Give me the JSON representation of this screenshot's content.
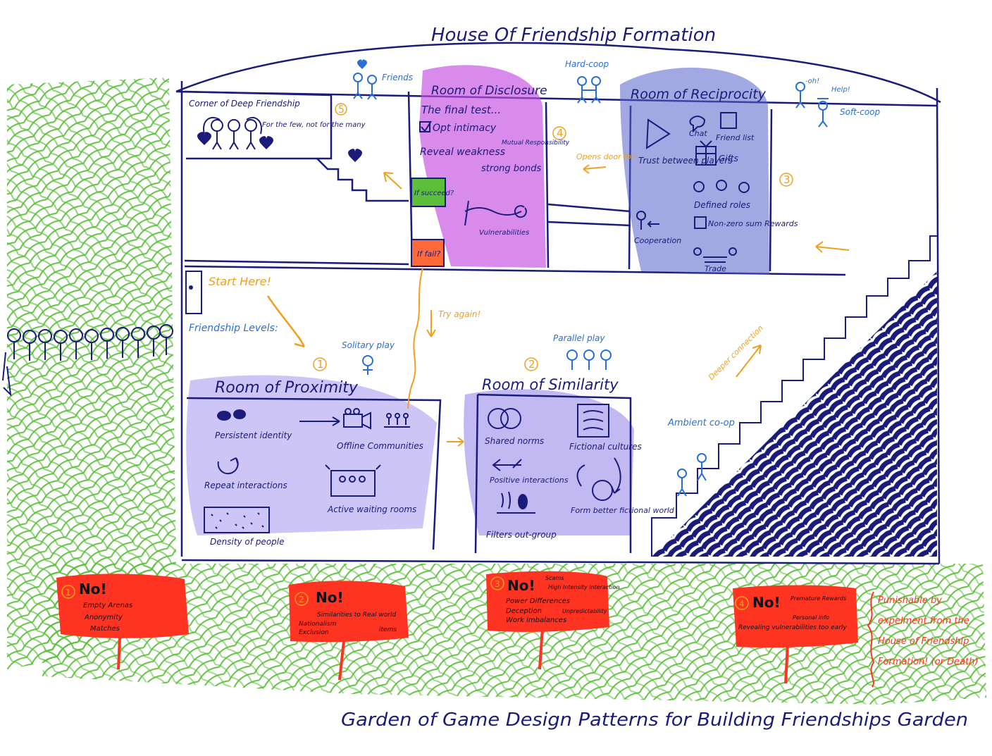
{
  "title": "House Of Friendship Formation",
  "garden_title": "Garden of Game Design Patterns for Building Friendships Garden",
  "colors": {
    "ink": "#1b1b7a",
    "blue": "#2a6fd6",
    "orange": "#f0a020",
    "red": "#ff3322",
    "grass": "#5bbf3a",
    "purple": "#8f7ee8",
    "magenta": "#c44de0",
    "slate": "#8892d6"
  },
  "start": {
    "label": "Start Here!",
    "friendship_levels": "Friendship Levels:"
  },
  "proximity": {
    "number": "1",
    "title": "Room of Proximity",
    "play_label": "Solitary play",
    "items": [
      "Persistent identity",
      "Offline Communities",
      "Repeat interactions",
      "Active waiting rooms",
      "Density of people"
    ]
  },
  "similarity": {
    "number": "2",
    "title": "Room of Similarity",
    "play_label": "Parallel play",
    "items": [
      "Shared norms",
      "Fictional cultures",
      "Positive interactions",
      "Form better fictional world",
      "Filters out-group"
    ]
  },
  "stairs": {
    "ambient": "Ambient co-op",
    "deeper": "Deeper connection"
  },
  "reciprocity": {
    "number": "3",
    "title": "Room of Reciprocity",
    "hard_coop": "Hard-coop",
    "soft_coop": "Soft-coop",
    "speech_1": "-oh!",
    "speech_2": "Help!",
    "items": [
      "Trust between players",
      "Chat",
      "Friend list",
      "Gifts",
      "Defined roles",
      "Cooperation",
      "Non-zero sum Rewards",
      "Trade"
    ],
    "opens_door": "Opens door for"
  },
  "disclosure": {
    "number": "4",
    "title": "Room of Disclosure",
    "line1": "The final test...",
    "line2": "Opt intimacy",
    "line3": "Reveal weakness",
    "mutual": "Mutual Responsibility",
    "strong": "strong bonds",
    "vulnerability": "Vulnerabilities",
    "succeed": "If succeed?",
    "fail": "If fail?",
    "try_again": "Try again!"
  },
  "corner": {
    "number": "5",
    "title": "Corner of Deep Friendship",
    "note": "For the few, not for the many",
    "friends": "Friends"
  },
  "signs": [
    {
      "number": "1",
      "title": "No!",
      "items": [
        "Empty Arenas",
        "Anonymity",
        "Matches"
      ]
    },
    {
      "number": "2",
      "title": "No!",
      "items": [
        "Similarities to Real world",
        "Nationalism",
        "Exclusion",
        "items"
      ]
    },
    {
      "number": "3",
      "title": "No!",
      "items": [
        "Scams",
        "High Intensity interaction",
        "Power Differences",
        "Deception",
        "Unpredictability",
        "Work imbalances"
      ]
    },
    {
      "number": "4",
      "title": "No!",
      "items": [
        "Premature Rewards",
        "Personal info",
        "Revealing vulnerabilities too early"
      ]
    }
  ],
  "punishable": "Punishable by expelment from the House of Friendship Formation! (or Death)"
}
